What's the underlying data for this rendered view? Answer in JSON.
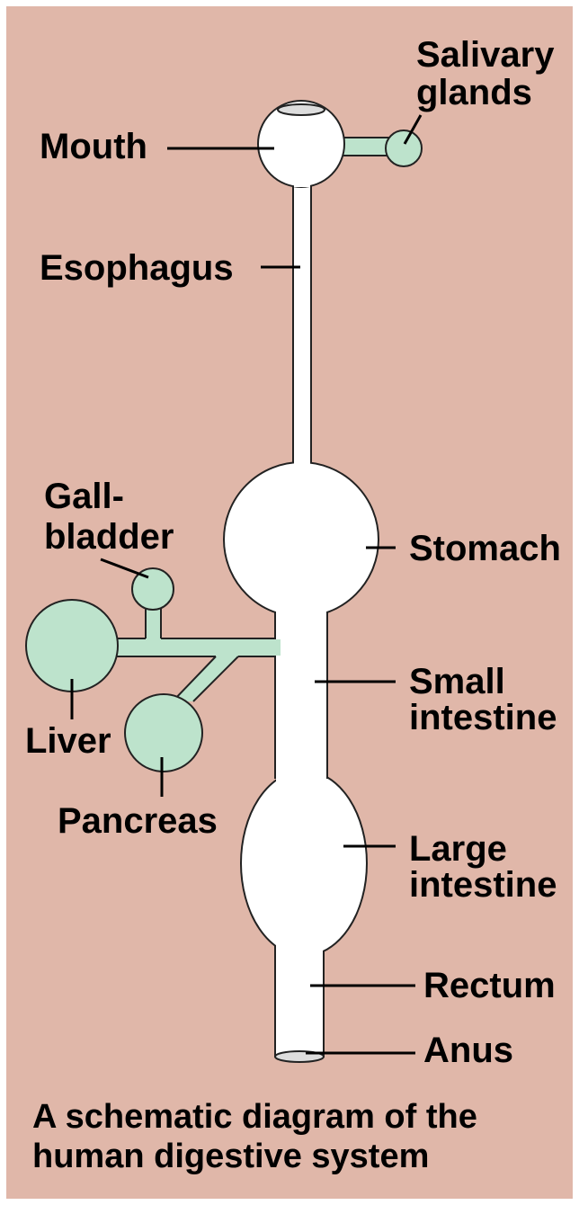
{
  "colors": {
    "background": "#e0b7a9",
    "border": "#ffffff",
    "organ_fill": "#ffffff",
    "accessory_fill": "#bde3cc",
    "outline": "#222222",
    "label": "#000000"
  },
  "labels": {
    "salivary_glands": [
      "Salivary",
      "glands"
    ],
    "mouth": "Mouth",
    "esophagus": "Esophagus",
    "gallbladder": [
      "Gall-",
      "bladder"
    ],
    "stomach": "Stomach",
    "small_intestine": [
      "Small",
      "intestine"
    ],
    "liver": "Liver",
    "pancreas": "Pancreas",
    "large_intestine": [
      "Large",
      "intestine"
    ],
    "rectum": "Rectum",
    "anus": "Anus"
  },
  "caption": [
    "A schematic diagram of the",
    "human digestive system"
  ]
}
